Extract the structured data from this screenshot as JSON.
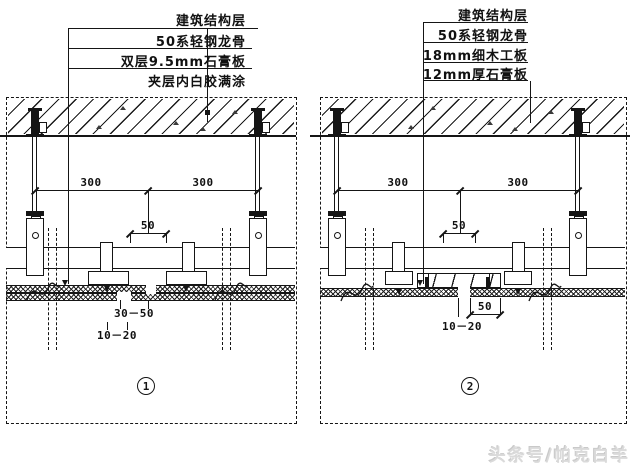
{
  "watermark": "头条号/帕克白羊",
  "panels": {
    "left": {
      "figure_number": "1",
      "callouts": [
        "建筑结构层",
        "50系轻钢龙骨",
        "双层9.5mm石膏板",
        "夹层内白胶满涂"
      ],
      "dims": {
        "left_span": "300",
        "right_span": "300",
        "channel_gap": "50",
        "base_layer_gap": "30－50",
        "face_layer_gap": "10－20"
      }
    },
    "right": {
      "figure_number": "2",
      "callouts": [
        "建筑结构层",
        "50系轻钢龙骨",
        "18mm细木工板",
        "12mm厚石膏板"
      ],
      "dims": {
        "left_span": "300",
        "right_span": "300",
        "channel_gap": "50",
        "edge_offset": "50",
        "face_layer_gap": "10－20"
      }
    }
  }
}
